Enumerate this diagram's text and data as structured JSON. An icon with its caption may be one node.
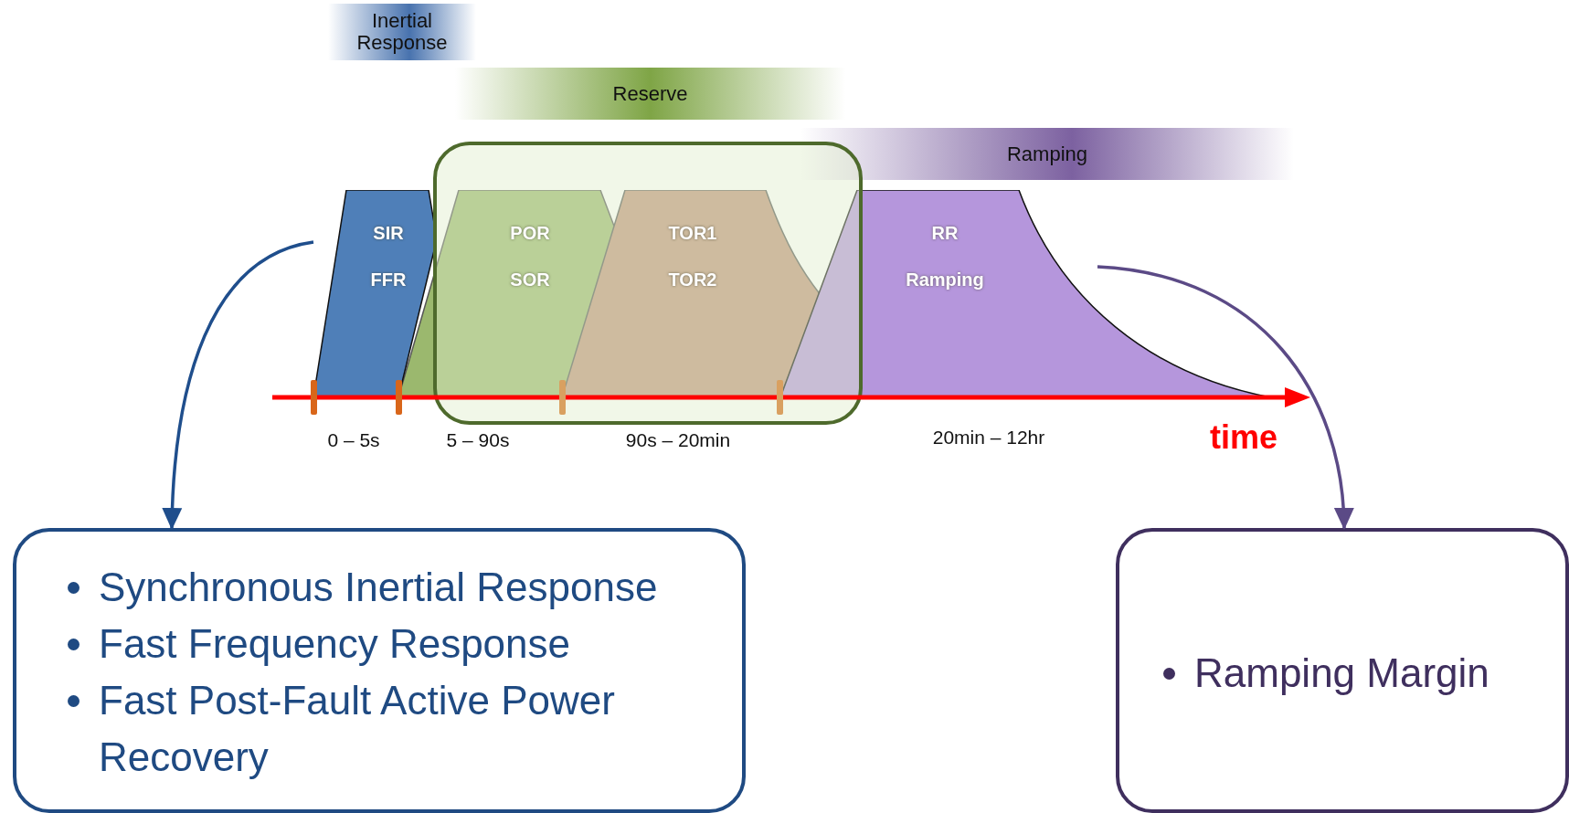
{
  "diagram": {
    "nodes": [
      {
        "text": [
          "Inertial Response"
        ]
      },
      {
        "text": [
          "Reserve"
        ]
      },
      {
        "text": [
          "Ramping"
        ]
      },
      {
        "text": [
          "SIR",
          "FFR"
        ]
      },
      {
        "text": [
          "POR",
          "SOR"
        ]
      },
      {
        "text": [
          "TOR1",
          "TOR2"
        ]
      },
      {
        "text": [
          "RR",
          "Ramping"
        ]
      },
      {
        "text": [
          "Synchronous Inertial Response",
          "Fast Frequency Response",
          "Fast Post-Fault Active Power Recovery"
        ]
      },
      {
        "text": [
          "Ramping Margin"
        ]
      }
    ],
    "edges": [
      {
        "from": 3,
        "to": 7,
        "arrow": "to",
        "color": "#1f4e8c"
      },
      {
        "from": 6,
        "to": 8,
        "arrow": "to",
        "color": "#5b4a86"
      }
    ],
    "labels": [
      "0 – 5s",
      "5 – 90s",
      "90s – 20min",
      "20min – 12hr",
      "time"
    ]
  }
}
